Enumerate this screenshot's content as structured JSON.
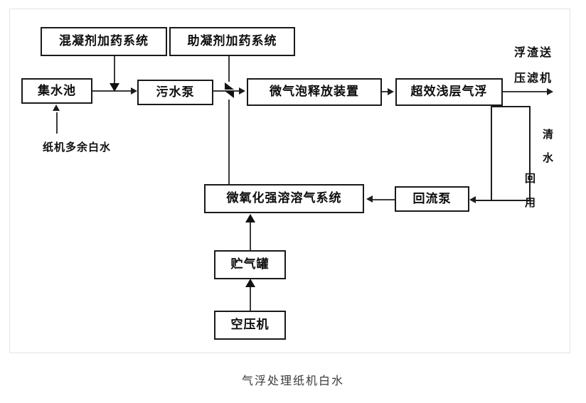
{
  "diagram": {
    "caption": "气浮处理纸机白水",
    "nodes": {
      "coagulant_dosing": "混凝剂加药系统",
      "aid_dosing": "助凝剂加药系统",
      "collection_tank": "集水池",
      "sewage_pump": "污水泵",
      "bubble_release": "微气泡释放装置",
      "flotation": "超效浅层气浮",
      "dissolve_system": "微氧化强溶溶气系统",
      "reflux_pump": "回流泵",
      "gas_tank": "贮气罐",
      "air_compressor": "空压机"
    },
    "labels": {
      "white_water_inlet": "纸机多余白水",
      "scum_line1": "浮渣送",
      "scum_line2": "压滤机",
      "reuse_chars": [
        "清",
        "水",
        "回",
        "用"
      ]
    },
    "icons": {
      "valve": "valve-icon"
    },
    "colors": {
      "node_border": "#1a1a1a",
      "line": "#3a3a3a",
      "frame": "#e3e3e3",
      "caption_text": "#3b3b3b",
      "background": "#ffffff"
    }
  }
}
